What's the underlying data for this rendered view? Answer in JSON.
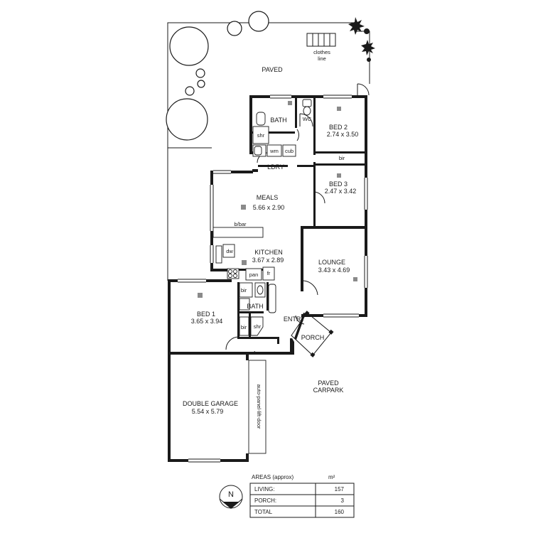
{
  "outdoor": {
    "paved_top": "PAVED",
    "clothes_line": [
      "clothes",
      "line"
    ],
    "paved_carpark": [
      "PAVED",
      "CARPARK"
    ]
  },
  "rooms": {
    "bath_top": "BATH",
    "wc": "WC",
    "shr_top": "shr",
    "wm": "wm",
    "cub": "cub",
    "ldry": "LDRY",
    "bed2": {
      "name": "BED 2",
      "dims": "2.74 x 3.50"
    },
    "bir_bed2": "bir",
    "bed3": {
      "name": "BED 3",
      "dims": "2.47 x 3.42"
    },
    "meals": {
      "name": "MEALS",
      "dims": "5.66 x 2.90"
    },
    "bbar": "b/bar",
    "kitchen": {
      "name": "KITCHEN",
      "dims": "3.67 x 2.89"
    },
    "dw": "dw",
    "pan": "pan",
    "fr": "fr",
    "lounge": {
      "name": "LOUNGE",
      "dims": "3.43 x 4.69"
    },
    "bed1": {
      "name": "BED 1",
      "dims": "3.65 x 3.94"
    },
    "bir_a": "bir",
    "bir_b": "bir",
    "bath_mid": "BATH",
    "shr_mid": "shr",
    "entry": "ENTRY",
    "porch": "PORCH",
    "garage": {
      "name": "DOUBLE GARAGE",
      "dims": "5.54 x 5.79"
    },
    "garage_door": "auto-panel-lift-door"
  },
  "areas_table": {
    "heading": "AREAS (approx)",
    "unit": "m²",
    "rows": [
      {
        "label": "LIVING:",
        "value": "157"
      },
      {
        "label": "PORCH:",
        "value": "3"
      },
      {
        "label": "TOTAL",
        "value": "160"
      }
    ]
  },
  "compass": {
    "label": "N"
  }
}
